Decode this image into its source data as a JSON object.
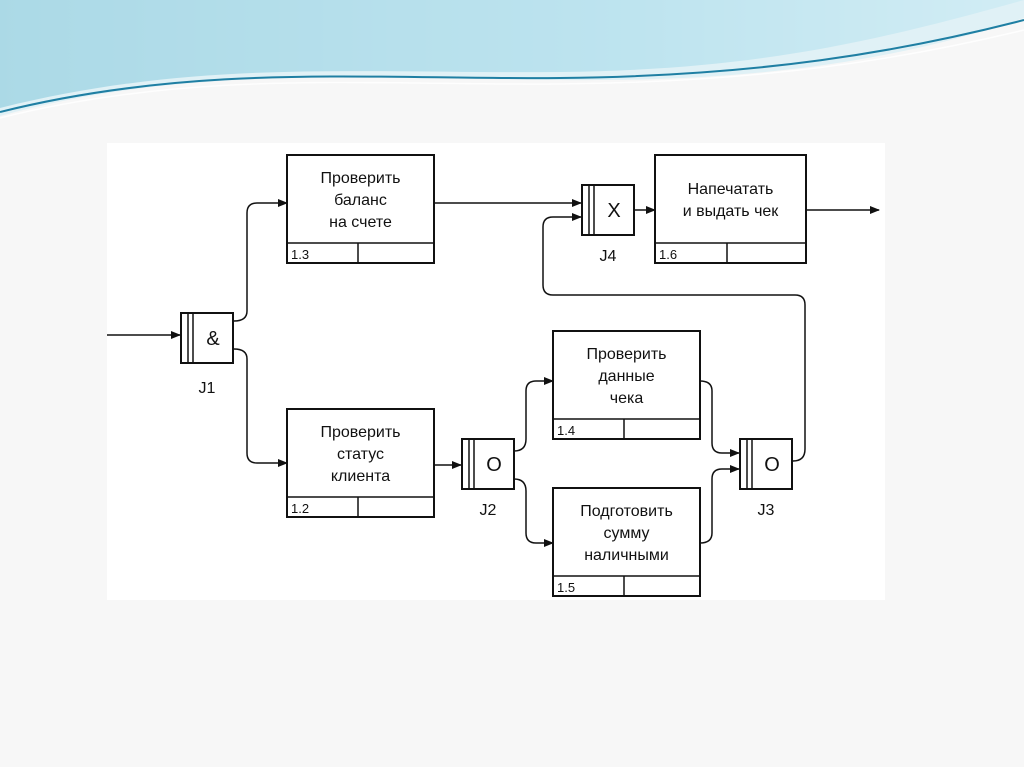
{
  "colors": {
    "wave_dark": "#1f8fb0",
    "wave_light": "#8fd3e6",
    "background": "#f7f7f7",
    "diagram_bg": "#ffffff",
    "ink": "#111111"
  },
  "units": [
    {
      "id": "1.3",
      "lines": [
        "Проверить",
        "баланс",
        "на счете"
      ]
    },
    {
      "id": "1.2",
      "lines": [
        "Проверить",
        "статус",
        "клиента"
      ]
    },
    {
      "id": "1.4",
      "lines": [
        "Проверить",
        "данные",
        "чека"
      ]
    },
    {
      "id": "1.5",
      "lines": [
        "Подготовить",
        "сумму",
        "наличными"
      ]
    },
    {
      "id": "1.6",
      "lines": [
        "Напечатать",
        "и выдать чек"
      ]
    }
  ],
  "junctions": [
    {
      "label": "J1",
      "symbol": "&"
    },
    {
      "label": "J2",
      "symbol": "O"
    },
    {
      "label": "J3",
      "symbol": "O"
    },
    {
      "label": "J4",
      "symbol": "X"
    }
  ]
}
